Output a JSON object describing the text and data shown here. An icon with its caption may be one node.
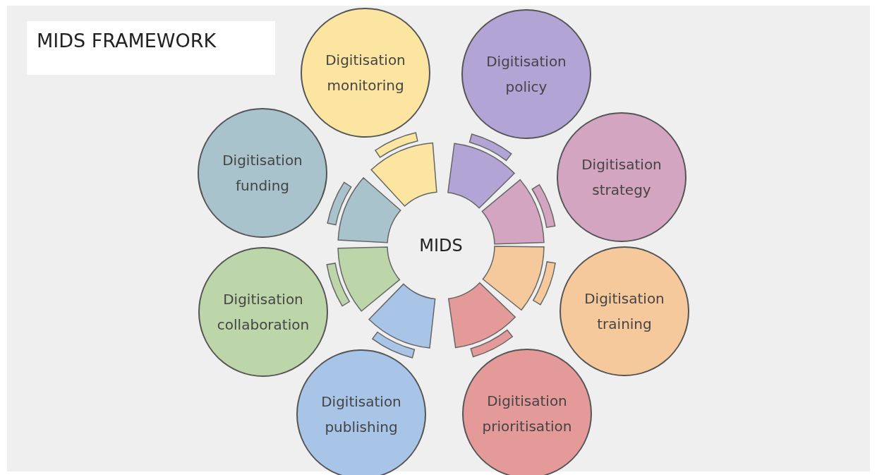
{
  "diagram": {
    "title": "MIDS FRAMEWORK",
    "nodes": [
      {
        "text": [
          "Digitisation monitoring"
        ]
      },
      {
        "text": [
          "Digitisation policy"
        ]
      },
      {
        "text": [
          "Digitisation strategy"
        ]
      },
      {
        "text": [
          "Digitisation training"
        ]
      },
      {
        "text": [
          "Digitisation prioritisation"
        ]
      },
      {
        "text": [
          "Digitisation publishing"
        ]
      },
      {
        "text": [
          "Digitisation collaboration"
        ]
      },
      {
        "text": [
          "Digitisation funding"
        ]
      },
      {
        "text": [
          "MIDS"
        ]
      }
    ],
    "edges": []
  }
}
